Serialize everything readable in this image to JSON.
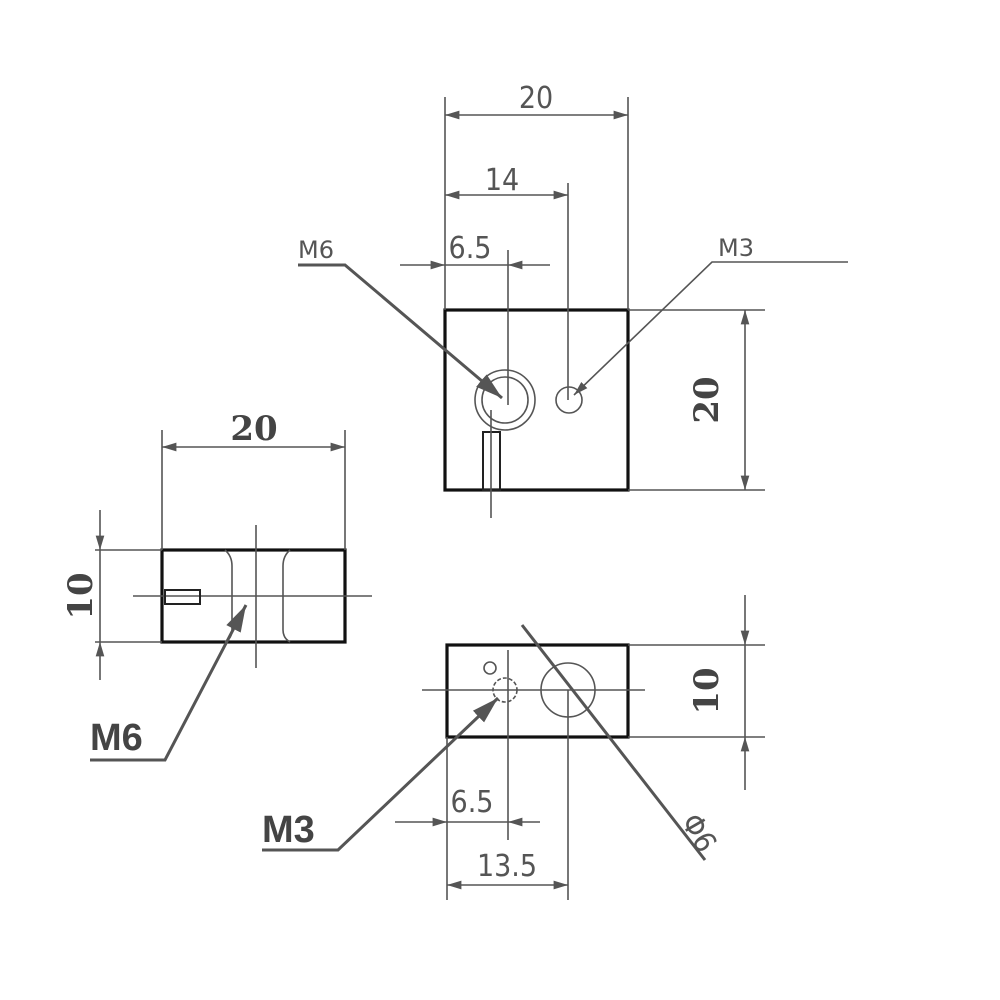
{
  "top_view": {
    "width_dim": "20",
    "m3_offset_dim": "14",
    "m6_offset_dim": "6.5",
    "height_dim": "20",
    "m6_label": "M6",
    "m3_label": "M3"
  },
  "side_view": {
    "width_dim": "20",
    "height_dim": "10",
    "m6_label": "M6"
  },
  "bottom_view": {
    "height_dim": "10",
    "m3_offset_dim": "6.5",
    "hole_offset_dim": "13.5",
    "diameter_label": "Φ6",
    "m3_label": "M3"
  },
  "colors": {
    "line": "#555555",
    "outline": "#111111"
  }
}
